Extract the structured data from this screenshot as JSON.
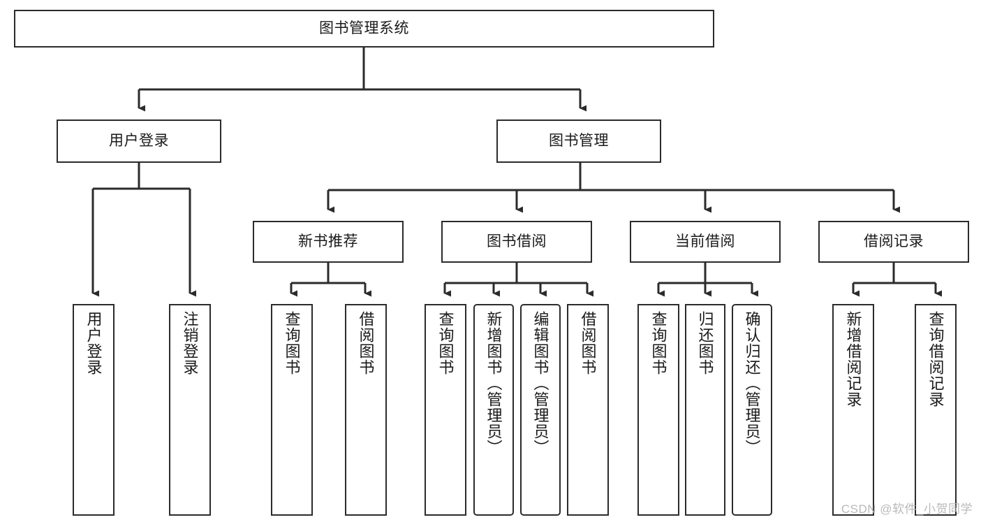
{
  "diagram": {
    "title": "图书管理系统",
    "type": "tree-hierarchy-diagram",
    "colors": {
      "node_border": "#2b2b2b",
      "node_fill": "#ffffff",
      "connector": "#2b2b2b",
      "background": "#ffffff",
      "watermark": "#b9b9b9"
    },
    "root": {
      "label": "图书管理系统"
    },
    "level2": [
      {
        "label": "用户登录"
      },
      {
        "label": "图书管理"
      }
    ],
    "level3": [
      {
        "label": "新书推荐"
      },
      {
        "label": "图书借阅"
      },
      {
        "label": "当前借阅"
      },
      {
        "label": "借阅记录"
      }
    ],
    "leaves": {
      "user_login": [
        {
          "label": "用户登录"
        },
        {
          "label": "注销登录"
        }
      ],
      "new_book_recommend": [
        {
          "label": "查询图书"
        },
        {
          "label": "借阅图书"
        }
      ],
      "book_borrow": [
        {
          "label": "查询图书"
        },
        {
          "label": "新增图书（管理员）"
        },
        {
          "label": "编辑图书（管理员）"
        },
        {
          "label": "借阅图书"
        }
      ],
      "current_borrow": [
        {
          "label": "查询图书"
        },
        {
          "label": "归还图书"
        },
        {
          "label": "确认归还（管理员）"
        }
      ],
      "borrow_record": [
        {
          "label": "新增借阅记录"
        },
        {
          "label": "查询借阅记录"
        }
      ]
    }
  },
  "watermark": {
    "text": "CSDN @软件_小贺同学"
  }
}
